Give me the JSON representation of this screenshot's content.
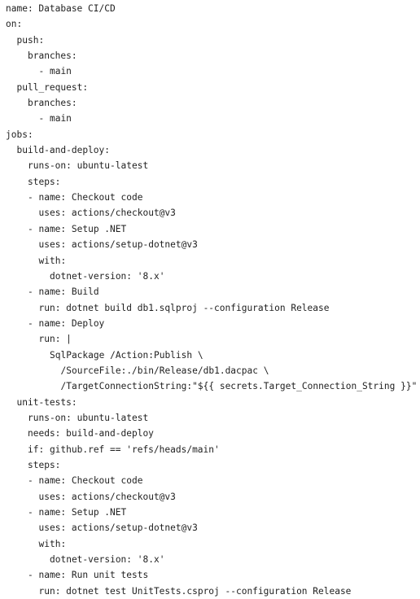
{
  "code": {
    "language": "yaml",
    "lines": [
      {
        "indent": 0,
        "text": "name: Database CI/CD"
      },
      {
        "indent": 0,
        "text": "on:"
      },
      {
        "indent": 1,
        "text": "push:"
      },
      {
        "indent": 2,
        "text": "branches:"
      },
      {
        "indent": 3,
        "text": "- main"
      },
      {
        "indent": 1,
        "text": "pull_request:"
      },
      {
        "indent": 2,
        "text": "branches:"
      },
      {
        "indent": 3,
        "text": "- main"
      },
      {
        "indent": 0,
        "text": "jobs:"
      },
      {
        "indent": 1,
        "text": "build-and-deploy:"
      },
      {
        "indent": 2,
        "text": "runs-on: ubuntu-latest"
      },
      {
        "indent": 2,
        "text": "steps:"
      },
      {
        "indent": 2,
        "text": "- name: Checkout code"
      },
      {
        "indent": 3,
        "text": "uses: actions/checkout@v3"
      },
      {
        "indent": 2,
        "text": "- name: Setup .NET"
      },
      {
        "indent": 3,
        "text": "uses: actions/setup-dotnet@v3"
      },
      {
        "indent": 3,
        "text": "with:"
      },
      {
        "indent": 4,
        "text": "dotnet-version: '8.x'"
      },
      {
        "indent": 2,
        "text": "- name: Build"
      },
      {
        "indent": 3,
        "text": "run: dotnet build db1.sqlproj --configuration Release"
      },
      {
        "indent": 2,
        "text": "- name: Deploy"
      },
      {
        "indent": 3,
        "text": "run: |"
      },
      {
        "indent": 4,
        "text": "SqlPackage /Action:Publish \\"
      },
      {
        "indent": 5,
        "text": "/SourceFile:./bin/Release/db1.dacpac \\"
      },
      {
        "indent": 5,
        "text": "/TargetConnectionString:\"${{ secrets.Target_Connection_String }}\""
      },
      {
        "indent": 1,
        "text": "unit-tests:"
      },
      {
        "indent": 2,
        "text": "runs-on: ubuntu-latest"
      },
      {
        "indent": 2,
        "text": "needs: build-and-deploy"
      },
      {
        "indent": 2,
        "text": "if: github.ref == 'refs/heads/main'"
      },
      {
        "indent": 2,
        "text": "steps:"
      },
      {
        "indent": 2,
        "text": "- name: Checkout code"
      },
      {
        "indent": 3,
        "text": "uses: actions/checkout@v3"
      },
      {
        "indent": 2,
        "text": "- name: Setup .NET"
      },
      {
        "indent": 3,
        "text": "uses: actions/setup-dotnet@v3"
      },
      {
        "indent": 3,
        "text": "with:"
      },
      {
        "indent": 4,
        "text": "dotnet-version: '8.x'"
      },
      {
        "indent": 2,
        "text": "- name: Run unit tests"
      },
      {
        "indent": 3,
        "text": "run: dotnet test UnitTests.csproj --configuration Release"
      }
    ]
  }
}
